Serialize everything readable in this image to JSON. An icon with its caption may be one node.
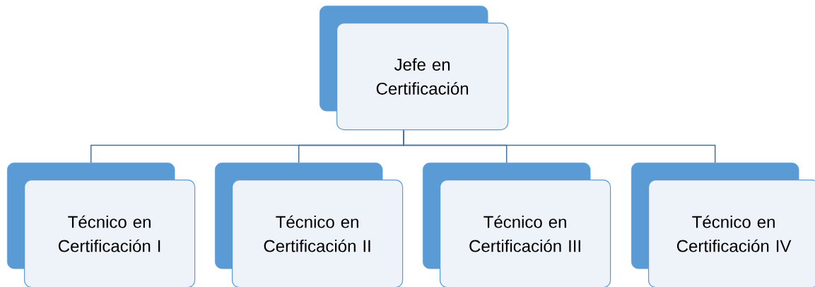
{
  "diagram": {
    "nodes": [
      {
        "text": [
          "Jefe en Certificación"
        ]
      },
      {
        "text": [
          "Técnico en Certificación I"
        ]
      },
      {
        "text": [
          "Técnico en Certificación II"
        ]
      },
      {
        "text": [
          "Técnico en Certificación III"
        ]
      },
      {
        "text": [
          "Técnico en Certificación IV"
        ]
      }
    ],
    "edges": [
      {
        "from": 0,
        "to": 1,
        "arrow": "none"
      },
      {
        "from": 0,
        "to": 2,
        "arrow": "none"
      },
      {
        "from": 0,
        "to": 3,
        "arrow": "none"
      },
      {
        "from": 0,
        "to": 4,
        "arrow": "none"
      }
    ]
  }
}
